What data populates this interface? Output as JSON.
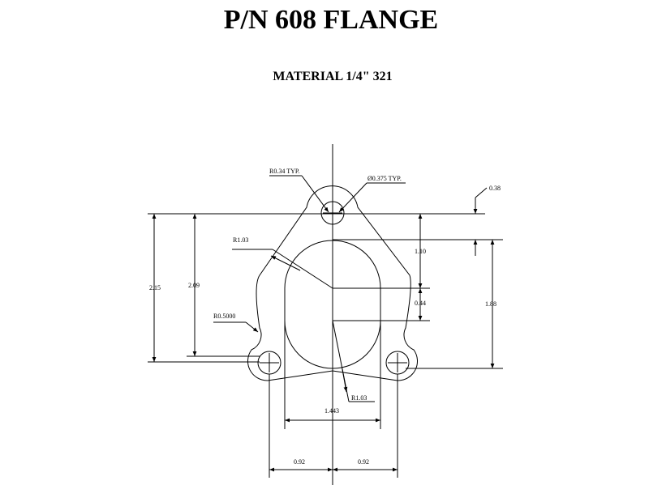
{
  "header": {
    "title": "P/N 608 FLANGE",
    "material": "MATERIAL 1/4\" 321"
  },
  "dimensions": {
    "small_radius": "R0.34 TYP.",
    "hole_dia": "Ø0.375 TYP.",
    "top_offset": "0.38",
    "outer_radius": "R1.03",
    "upper_span": "1.10",
    "overall_height": "2.15",
    "inner_height": "2.09",
    "center_gap": "0.44",
    "right_height": "1.88",
    "fillet_radius": "R0.5000",
    "lower_radius": "R1.03",
    "port_width": "1.443",
    "left_spacing": "0.92",
    "right_spacing": "0.92"
  }
}
